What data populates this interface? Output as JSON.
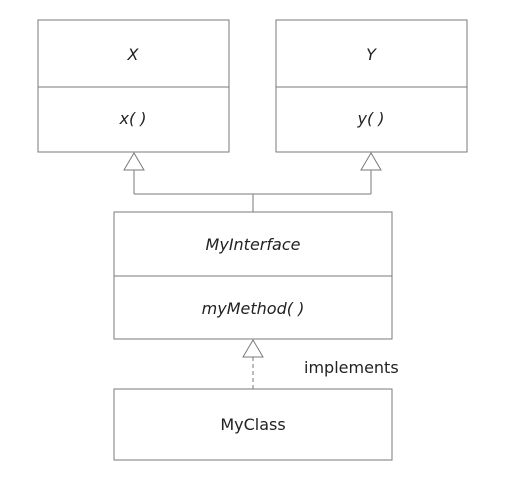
{
  "diagram": {
    "class_x": {
      "name": "X",
      "method": "x( )"
    },
    "class_y": {
      "name": "Y",
      "method": "y( )"
    },
    "interface": {
      "name": "MyInterface",
      "method": "myMethod( )"
    },
    "class_impl": {
      "name": "MyClass"
    },
    "relation_label": "implements"
  }
}
